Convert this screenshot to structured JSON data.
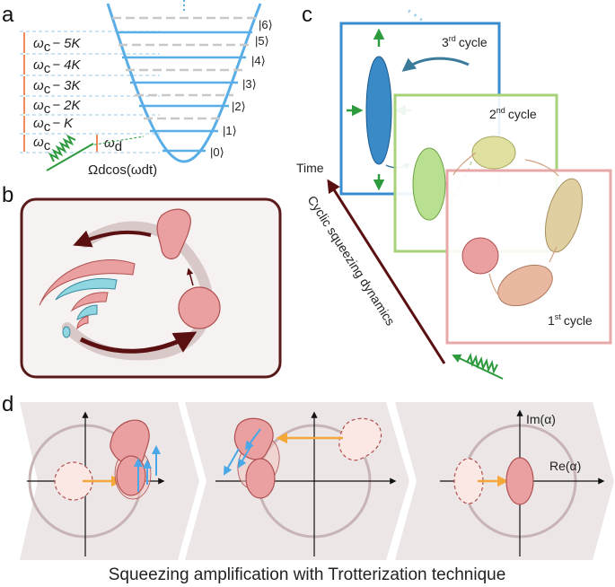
{
  "panels": {
    "a": "a",
    "b": "b",
    "c": "c",
    "d": "d"
  },
  "panel_a": {
    "levels": [
      "|0⟩",
      "|1⟩",
      "|2⟩",
      "|3⟩",
      "|4⟩",
      "|5⟩",
      "|6⟩"
    ],
    "energies": [
      {
        "sym": "ω",
        "sub": "c",
        "rest": ""
      },
      {
        "sym": "ω",
        "sub": "c",
        "rest": "− K"
      },
      {
        "sym": "ω",
        "sub": "c",
        "rest": "− 2K"
      },
      {
        "sym": "ω",
        "sub": "c",
        "rest": "− 3K"
      },
      {
        "sym": "ω",
        "sub": "c",
        "rest": "− 4K"
      },
      {
        "sym": "ω",
        "sub": "c",
        "rest": "− 5K"
      }
    ],
    "drive_freq": {
      "sym": "ω",
      "sub": "d"
    },
    "drive": "Ωdcos(ωdt)"
  },
  "panel_c": {
    "cycles": [
      {
        "n": "3",
        "sup": "rd",
        "word": "cycle"
      },
      {
        "n": "2",
        "sup": "nd",
        "word": "cycle"
      },
      {
        "n": "1",
        "sup": "st",
        "word": "cycle"
      }
    ],
    "time_label": "Time",
    "diagonal_label": "Cyclic squeezing dynamics"
  },
  "panel_d": {
    "axis_im": "Im(α)",
    "axis_re": "Re(α)",
    "caption": "Squeezing amplification with Trotterization technique"
  },
  "colors": {
    "well": "#5aaee8",
    "dashed": "#c8c8c8",
    "orange": "#f08a5a",
    "blue_state": "#3a8ac8",
    "green_frame": "#a6d27a",
    "pink_frame": "#e8a8a8",
    "blue_frame": "#3a8ccf",
    "dark_frame": "#5a1a1a",
    "pink_state": "#e89a9a",
    "arrow_dark": "#5a1010",
    "green_arrow": "#2e9a3e",
    "light_blue_arrow": "#4aa8e8",
    "yellow_arrow": "#f5a83a",
    "gray_chevron": "#ece6e6"
  }
}
